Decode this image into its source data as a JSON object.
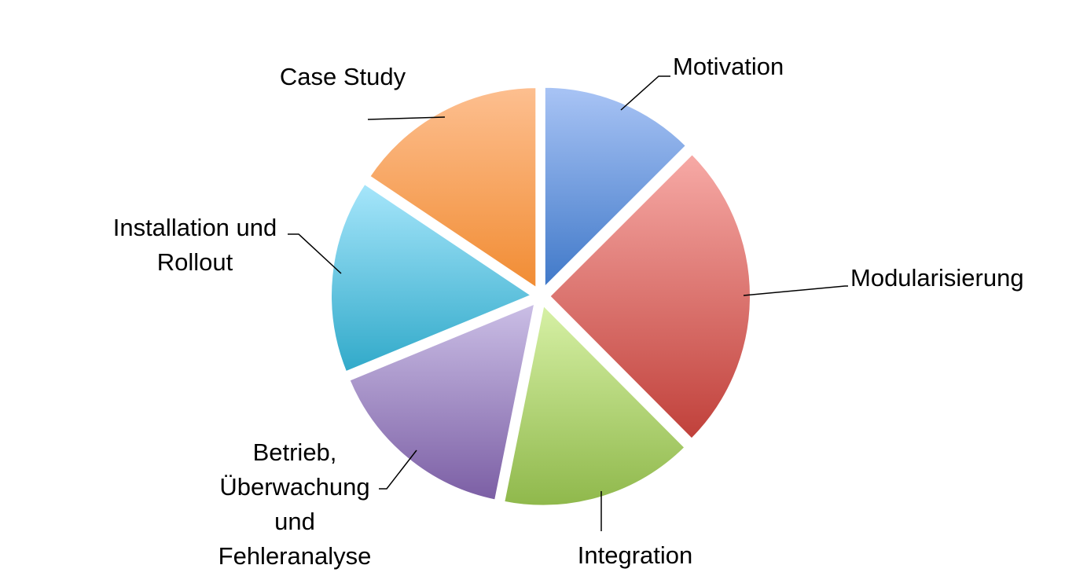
{
  "chart_data": {
    "type": "pie",
    "title": "",
    "exploded": true,
    "slices": [
      {
        "label": "Motivation",
        "value": 12.5,
        "color_light": "#a9c4f5",
        "color_dark": "#3f78c8"
      },
      {
        "label": "Modularisierung",
        "value": 25,
        "color_light": "#f7aaa6",
        "color_dark": "#c0403a"
      },
      {
        "label": "Integration",
        "value": 15.6,
        "color_light": "#d7f1a6",
        "color_dark": "#8fb84b"
      },
      {
        "label": "Betrieb, Überwachung und Fehleranalyse",
        "value": 15.6,
        "color_light": "#cbbfe6",
        "color_dark": "#7b5ea4"
      },
      {
        "label": "Installation und Rollout",
        "value": 15.6,
        "color_light": "#a7e6fb",
        "color_dark": "#30a9c9"
      },
      {
        "label": "Case Study",
        "value": 15.6,
        "color_light": "#fdbf90",
        "color_dark": "#f18c33"
      }
    ]
  }
}
